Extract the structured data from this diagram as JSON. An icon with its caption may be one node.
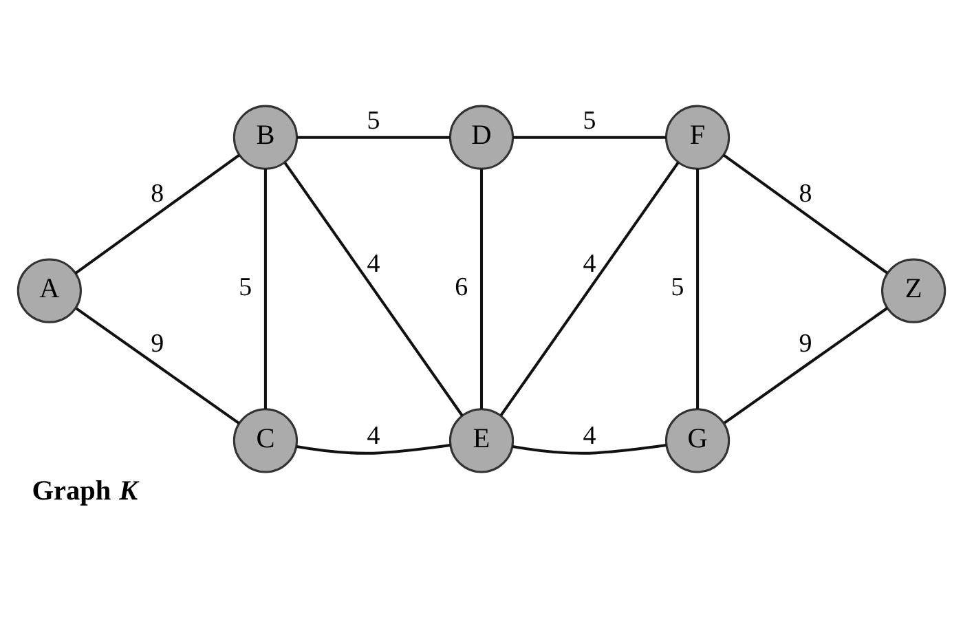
{
  "diagram": {
    "caption": "Graph *K*",
    "nodes": [
      {
        "text": [
          "A"
        ]
      },
      {
        "text": [
          "B"
        ]
      },
      {
        "text": [
          "C"
        ]
      },
      {
        "text": [
          "D"
        ]
      },
      {
        "text": [
          "E"
        ]
      },
      {
        "text": [
          "F"
        ]
      },
      {
        "text": [
          "G"
        ]
      },
      {
        "text": [
          "Z"
        ]
      }
    ],
    "edges": [
      {
        "from": 0,
        "to": 1,
        "arrow": "none",
        "label": "8"
      },
      {
        "from": 0,
        "to": 2,
        "arrow": "none",
        "label": "9"
      },
      {
        "from": 1,
        "to": 3,
        "arrow": "none",
        "label": "5"
      },
      {
        "from": 1,
        "to": 2,
        "arrow": "none",
        "label": "5"
      },
      {
        "from": 1,
        "to": 4,
        "arrow": "none",
        "label": "4"
      },
      {
        "from": 2,
        "to": 4,
        "arrow": "none",
        "label": "4"
      },
      {
        "from": 3,
        "to": 4,
        "arrow": "none",
        "label": "6"
      },
      {
        "from": 3,
        "to": 5,
        "arrow": "none",
        "label": "5"
      },
      {
        "from": 4,
        "to": 5,
        "arrow": "none",
        "label": "4"
      },
      {
        "from": 4,
        "to": 6,
        "arrow": "none",
        "label": "4"
      },
      {
        "from": 5,
        "to": 6,
        "arrow": "none",
        "label": "5"
      },
      {
        "from": 5,
        "to": 7,
        "arrow": "none",
        "label": "8"
      },
      {
        "from": 6,
        "to": 7,
        "arrow": "none",
        "label": "9"
      }
    ]
  }
}
